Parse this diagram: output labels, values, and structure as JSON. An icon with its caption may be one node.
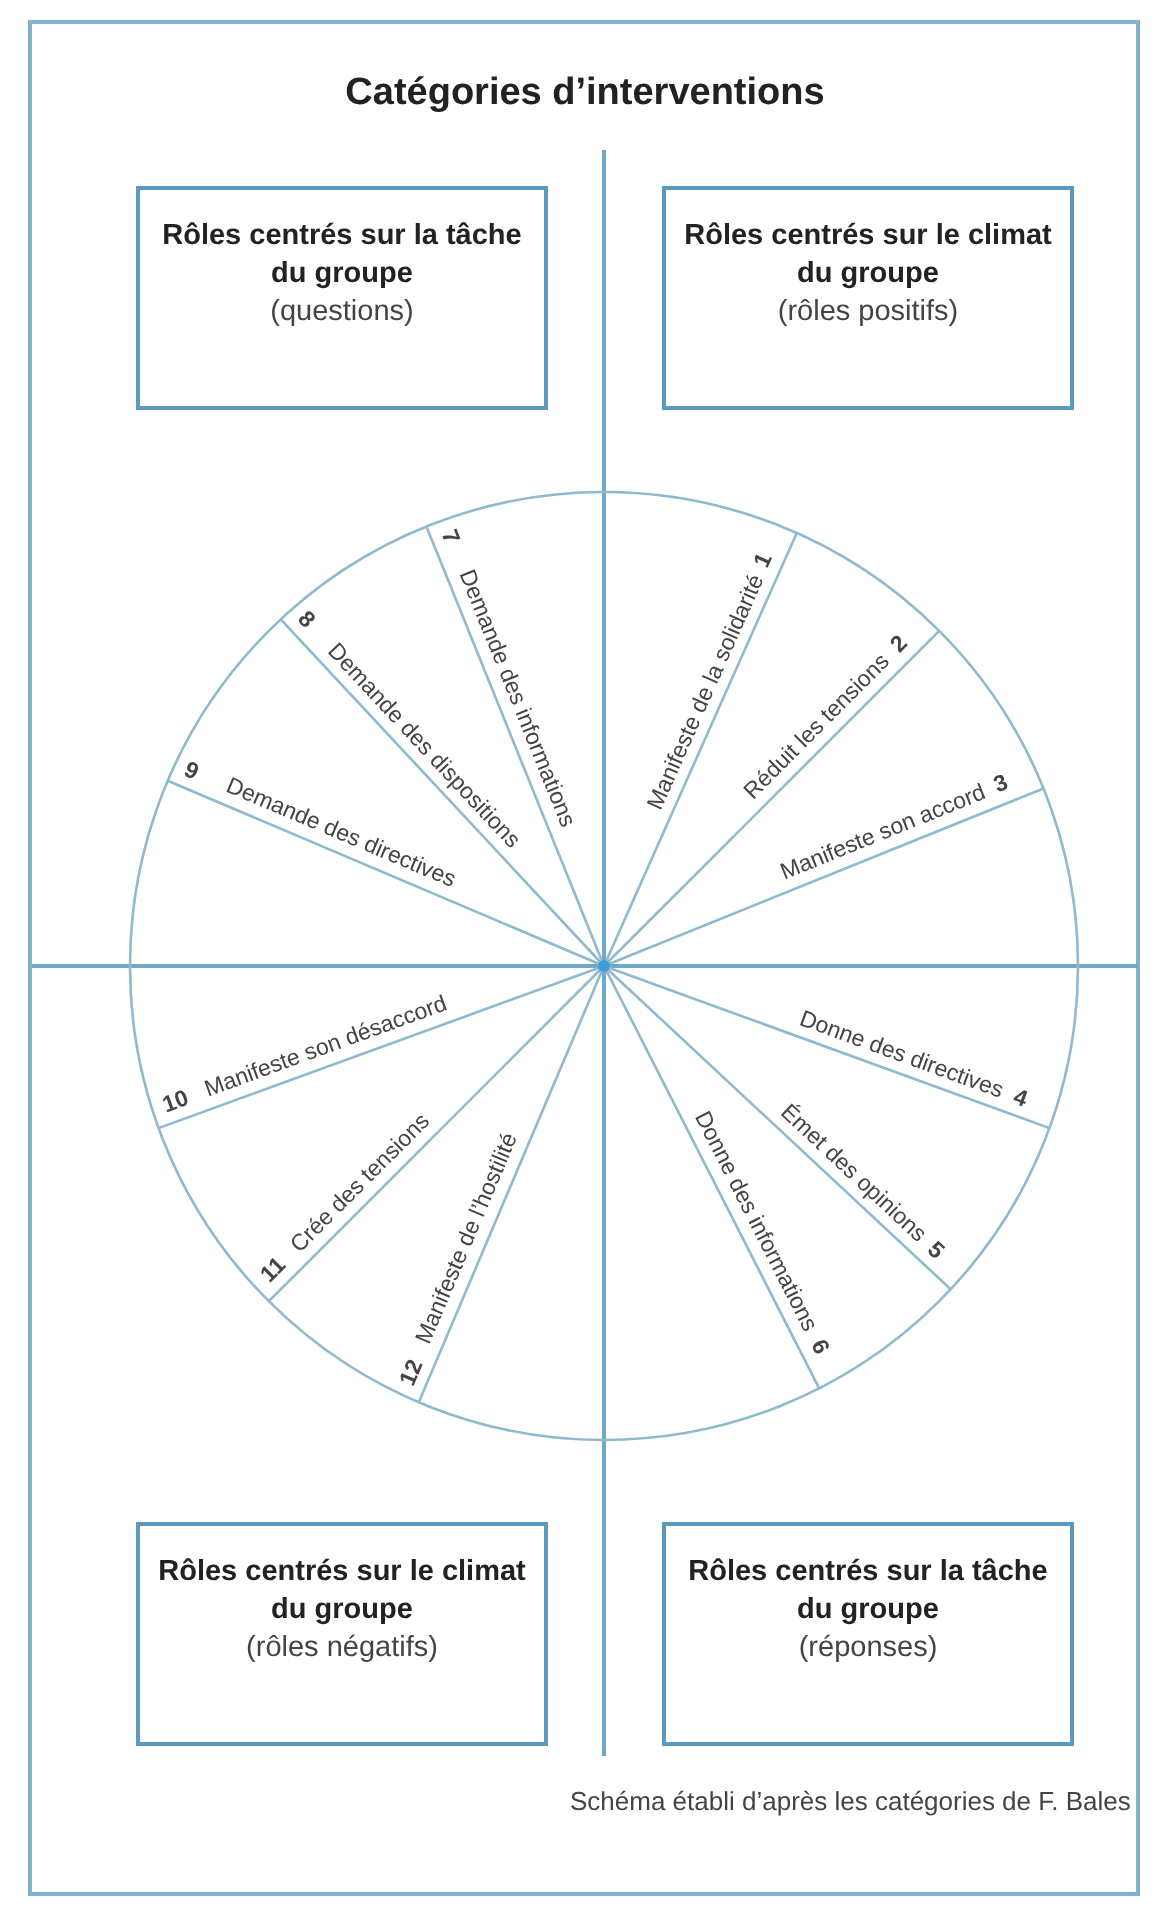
{
  "diagram": {
    "title": "Catégories d’interventions",
    "caption": "Schéma établi d’après les catégories de F. Bales",
    "nodes": [
      {
        "text": [
          "Rôles centrés sur la tâche du groupe",
          "(questions)"
        ]
      },
      {
        "text": [
          "Rôles centrés sur le climat du groupe",
          "(rôles positifs)"
        ]
      },
      {
        "text": [
          "Rôles centrés sur le climat du groupe",
          "(rôles négatifs)"
        ]
      },
      {
        "text": [
          "Rôles centrés sur la tâche du groupe",
          "(réponses)"
        ]
      }
    ],
    "edges": [],
    "labels": [
      "8",
      "Demande des dispositions",
      "7",
      "Demande des informations",
      "Manifeste de la solidarité",
      "1",
      "Réduit les tensions",
      "2",
      "9",
      "Demande des directives",
      "Manifeste son accord",
      "3",
      "10",
      "Manifeste son désaccord",
      "Donne des directives",
      "4",
      "11",
      "Crée des tensions",
      "12",
      "Manifeste de l’hostilité",
      "Donne des informations",
      "6",
      "Émet des opinions",
      "5"
    ]
  }
}
